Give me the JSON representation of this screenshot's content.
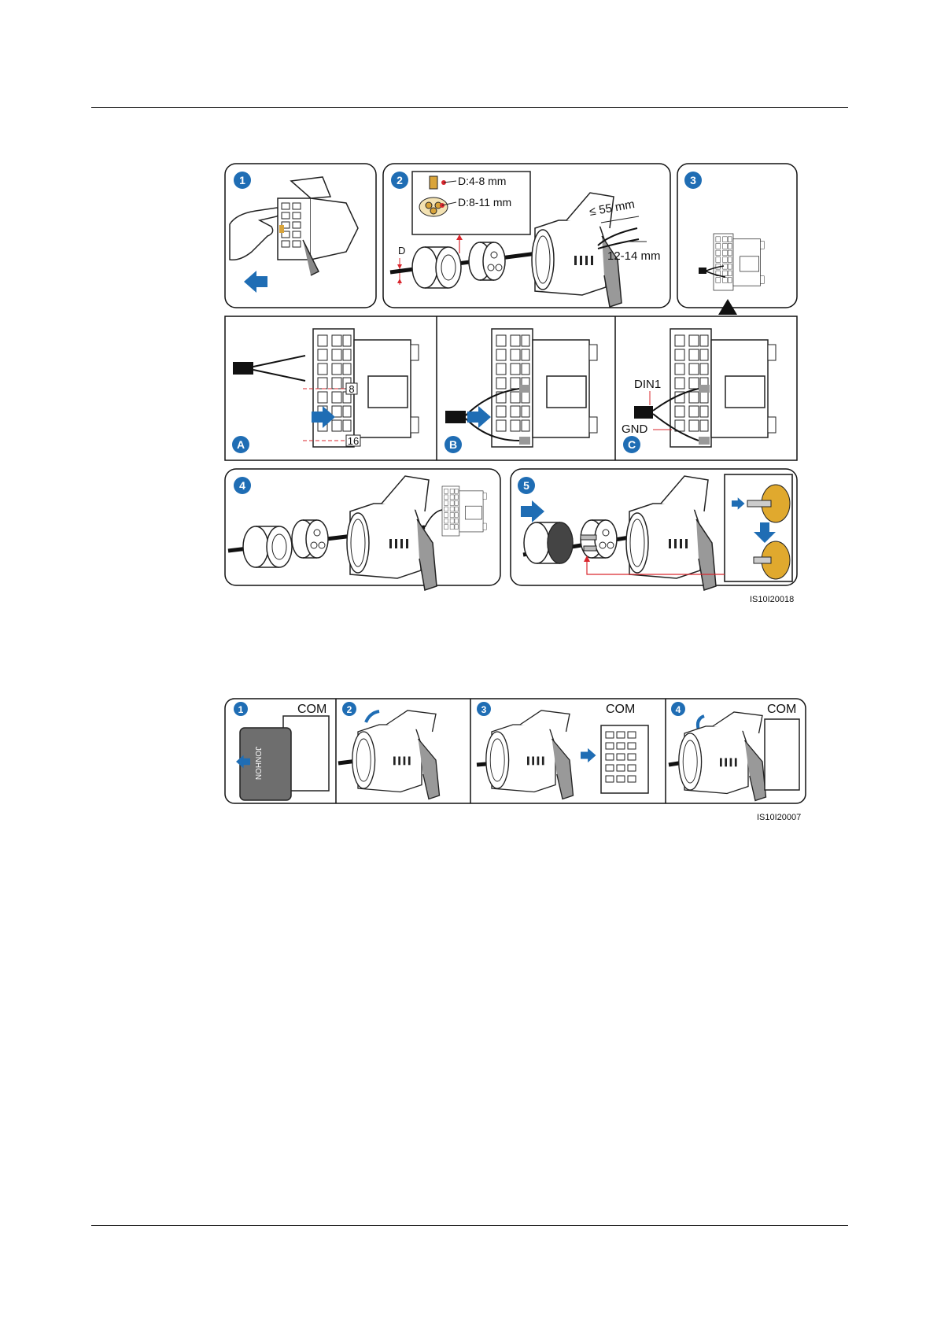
{
  "figure1": {
    "id": "IS10I20018",
    "steps": [
      "1",
      "2",
      "3",
      "4",
      "5"
    ],
    "substeps": [
      "A",
      "B",
      "C"
    ],
    "seal_small": "D:4-8 mm",
    "seal_large": "D:8-11 mm",
    "diameter": "D",
    "strip_length": "≤ 55 mm",
    "wire_strip": "12-14 mm",
    "pin_8": "8",
    "pin_16": "16",
    "din1": "DIN1",
    "gnd": "GND"
  },
  "figure2": {
    "id": "IS10I20007",
    "steps": [
      "1",
      "2",
      "3",
      "4"
    ],
    "com": "COM",
    "brand": "JONHON"
  },
  "colors": {
    "accent_blue": "#1f6db4",
    "red": "#d9272e",
    "gold": "#d9a43a"
  }
}
